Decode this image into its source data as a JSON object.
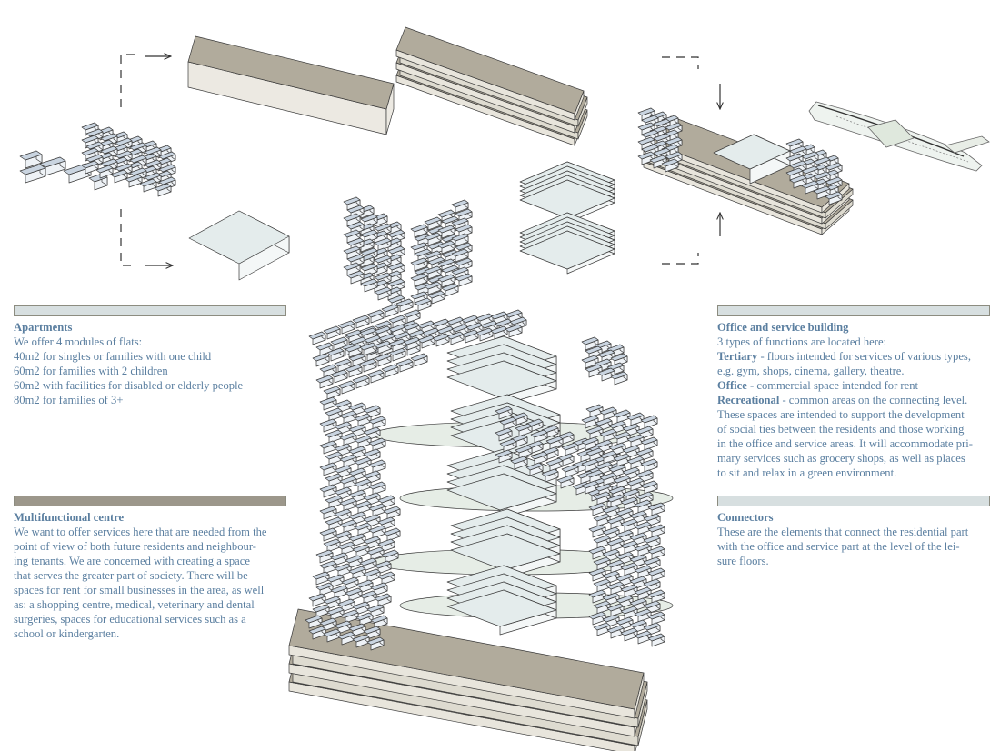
{
  "colors": {
    "text": "#5b7fa0",
    "bar_light": "#d7dfe0",
    "bar_dark": "#9c978b",
    "slab_top": "#b1ab9c",
    "slab_side": "#dedbd0",
    "box_top": "#e4ecec",
    "box_side": "#f4f7f7",
    "brick_top": "#c9d4e0",
    "brick_side": "#eef2f6",
    "outline": "#3a3a3a"
  },
  "apartments": {
    "title": "Apartments",
    "lines": [
      "We offer 4 modules of flats:",
      "40m2 for singles or families with one child",
      "60m2 for families with 2 children",
      "60m2 with facilities for disabled or elderly people",
      "80m2 for families of 3+"
    ]
  },
  "multifunctional": {
    "title": "Multifunctional centre",
    "lines": [
      "We want to offer services here that are needed from the",
      "point of view of both future residents and neighbour-",
      "ing tenants. We are concerned with creating a space",
      "that serves the greater part of society. There will be",
      "spaces for rent for small businesses in the area, as well",
      "as: a shopping centre, medical, veterinary and dental",
      "surgeries, spaces for educational services such as a",
      "school or kindergarten."
    ]
  },
  "office": {
    "title": "Office and service building",
    "intro": "3 types of functions are located here:",
    "tertiary_label": "Tertiary",
    "tertiary_l1": " - floors intended for services of various types,",
    "tertiary_l2": "e.g. gym, shops, cinema, gallery, theatre.",
    "office_label": "Office",
    "office_text": " - commercial space intended for rent",
    "recreational_label": "Recreational",
    "recreational_l1": " - common areas on the connecting level.",
    "lines": [
      "These spaces are intended to support the development",
      "of social ties between the residents and those working",
      "in the office and service areas. It will accommodate pri-",
      "mary services such as grocery shops, as well as places",
      "to sit and relax in a green environment."
    ]
  },
  "connectors": {
    "title": "Connectors",
    "lines": [
      "These are the elements that connect the residential part",
      "with the office and service part at the level of the lei-",
      "sure floors."
    ]
  }
}
